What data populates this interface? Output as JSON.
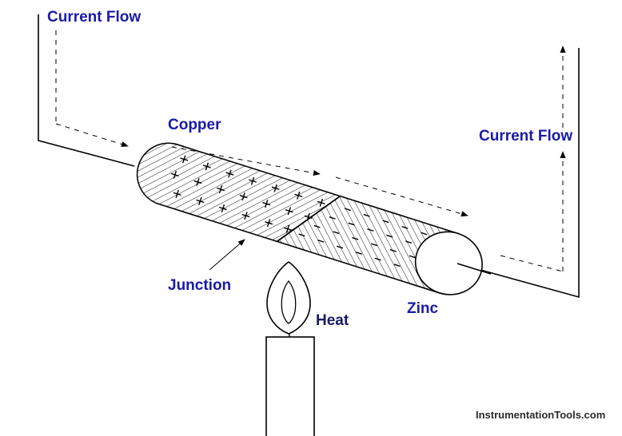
{
  "labels": {
    "current_flow_top": "Current Flow",
    "copper": "Copper",
    "current_flow_right": "Current Flow",
    "junction": "Junction",
    "zinc": "Zinc",
    "heat": "Heat"
  },
  "watermark": "InstrumentationTools.com",
  "colors": {
    "label": "#1a1aa6",
    "line": "#000000",
    "background": "#ffffff"
  }
}
